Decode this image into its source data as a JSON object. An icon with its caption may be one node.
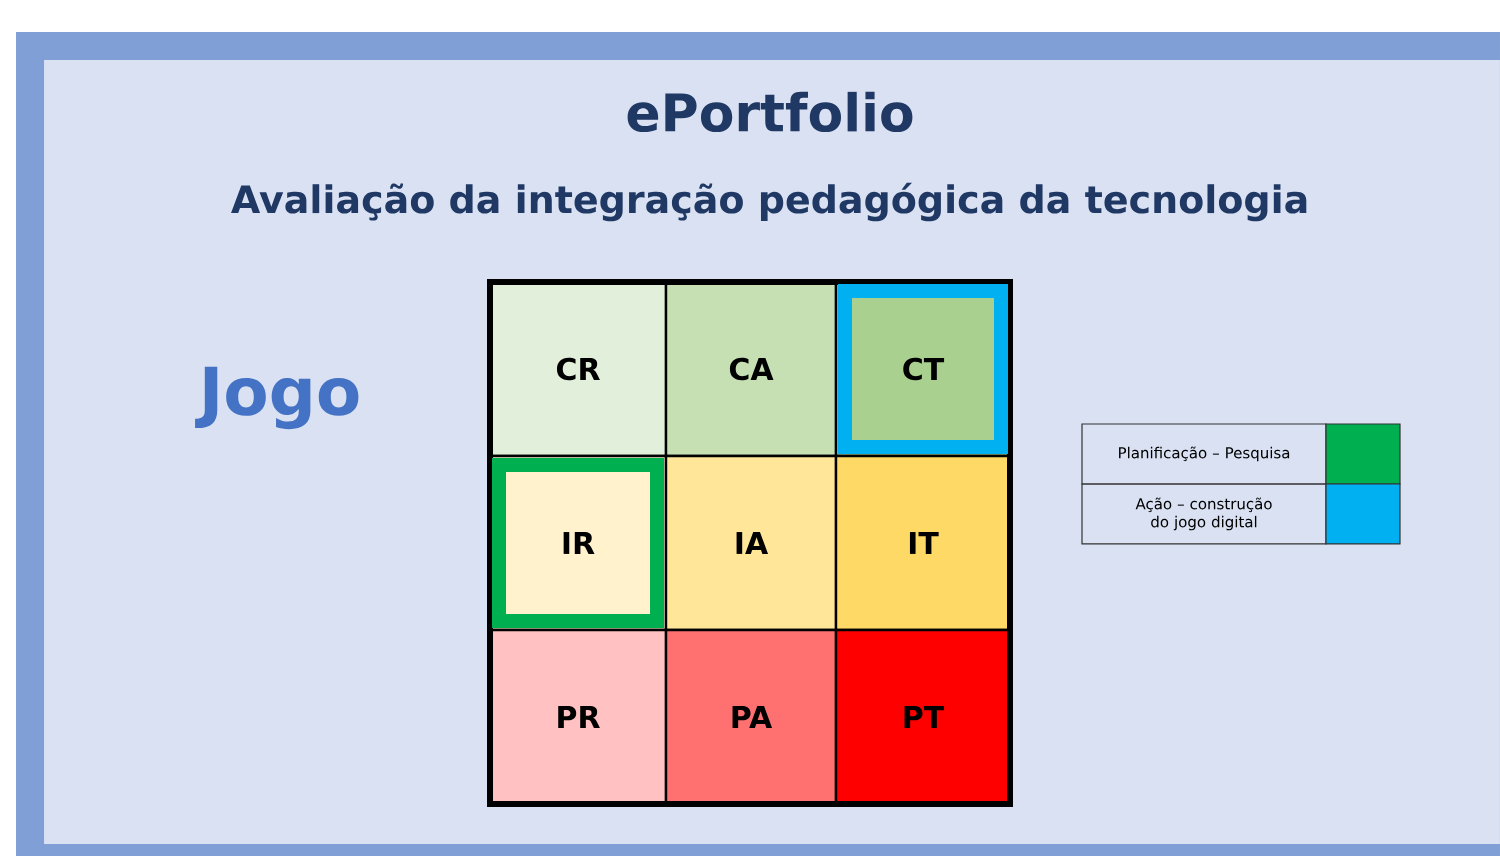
{
  "diagram": {
    "title": "ePortfolio",
    "nodes": [
      {
        "text": [
          "CR"
        ]
      },
      {
        "text": [
          "CA"
        ]
      },
      {
        "text": [
          "CT"
        ]
      },
      {
        "text": [
          "IR"
        ]
      },
      {
        "text": [
          "IA"
        ]
      },
      {
        "text": [
          "IT"
        ]
      },
      {
        "text": [
          "PR"
        ]
      },
      {
        "text": [
          "PA"
        ]
      },
      {
        "text": [
          "PT"
        ]
      }
    ],
    "labels": [
      "Avaliação da integração pedagógica da tecnologia",
      "Jogo"
    ],
    "legend": [
      {
        "text": "Planificação – Pesquisa",
        "color": "#00b050"
      },
      {
        "text": "Ação – construção do jogo digital",
        "color": "#00b0f0"
      }
    ]
  }
}
